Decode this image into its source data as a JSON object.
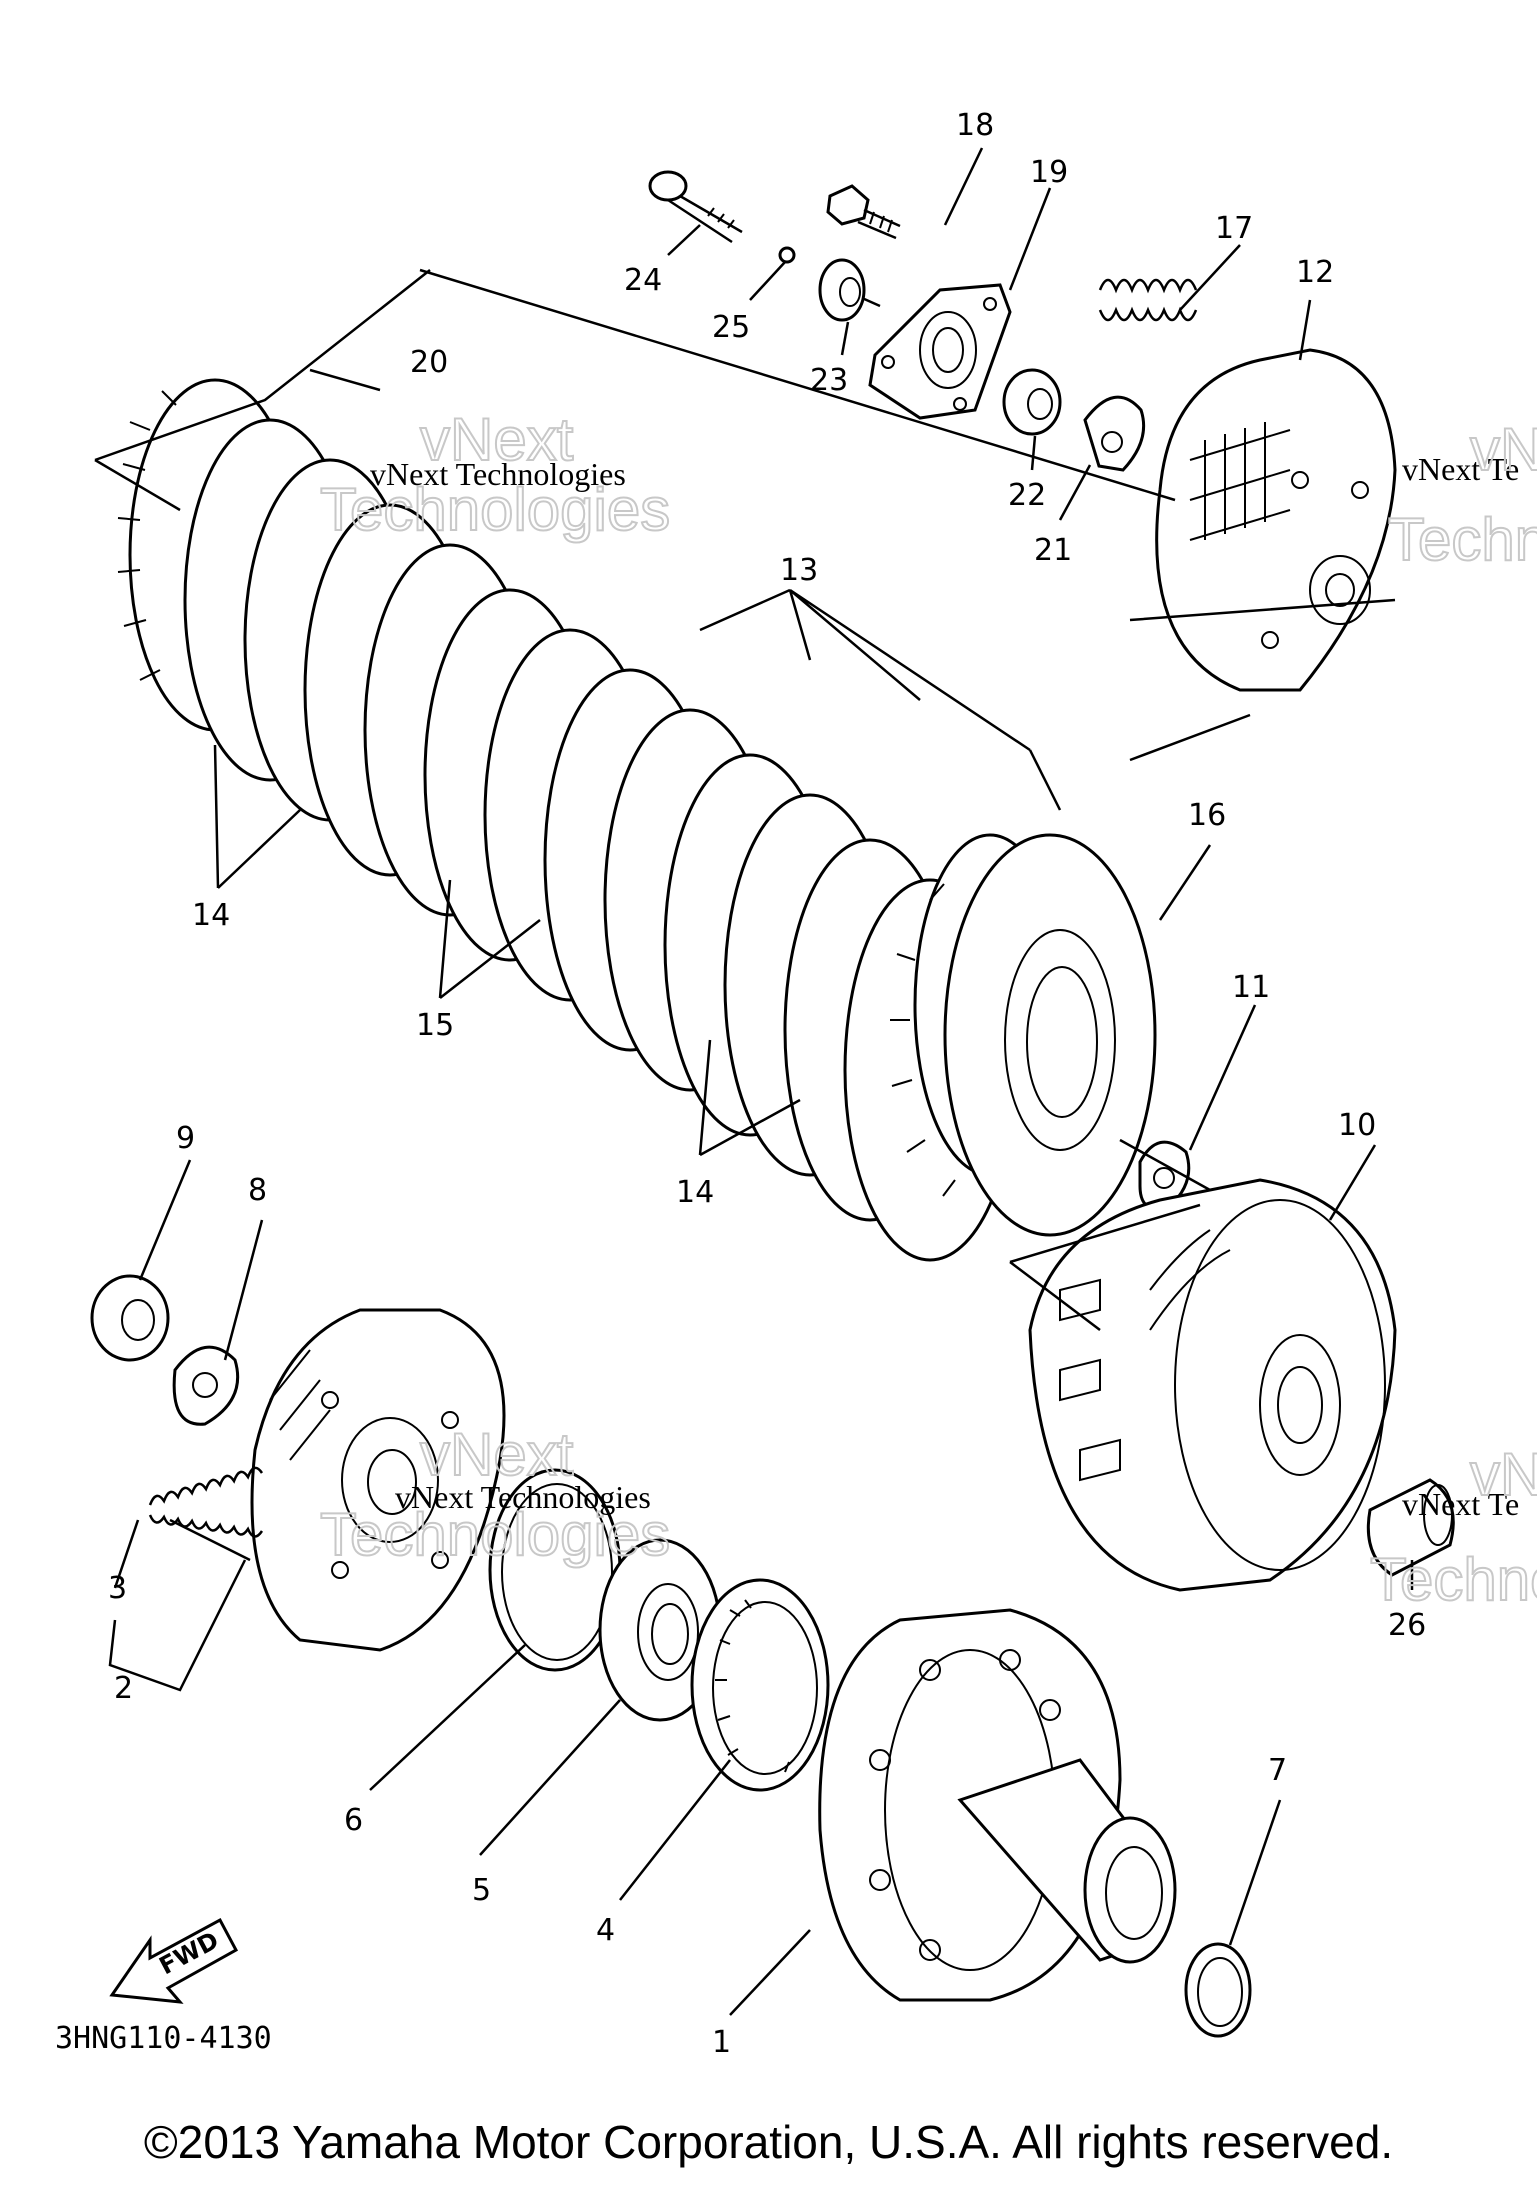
{
  "callouts": [
    {
      "id": "1",
      "label": "1"
    },
    {
      "id": "2",
      "label": "2"
    },
    {
      "id": "3",
      "label": "3"
    },
    {
      "id": "4",
      "label": "4"
    },
    {
      "id": "5",
      "label": "5"
    },
    {
      "id": "6",
      "label": "6"
    },
    {
      "id": "7",
      "label": "7"
    },
    {
      "id": "8",
      "label": "8"
    },
    {
      "id": "9",
      "label": "9"
    },
    {
      "id": "10",
      "label": "10"
    },
    {
      "id": "11",
      "label": "11"
    },
    {
      "id": "12",
      "label": "12"
    },
    {
      "id": "13",
      "label": "13"
    },
    {
      "id": "14a",
      "label": "14"
    },
    {
      "id": "14b",
      "label": "14"
    },
    {
      "id": "15",
      "label": "15"
    },
    {
      "id": "16",
      "label": "16"
    },
    {
      "id": "17",
      "label": "17"
    },
    {
      "id": "18",
      "label": "18"
    },
    {
      "id": "19",
      "label": "19"
    },
    {
      "id": "20",
      "label": "20"
    },
    {
      "id": "21",
      "label": "21"
    },
    {
      "id": "22",
      "label": "22"
    },
    {
      "id": "23",
      "label": "23"
    },
    {
      "id": "24",
      "label": "24"
    },
    {
      "id": "25",
      "label": "25"
    },
    {
      "id": "26",
      "label": "26"
    }
  ],
  "fwd_label": "FWD",
  "diagram_code": "3HNG110-4130",
  "watermark": {
    "line1": "vNext Technologies",
    "big1": "vNext",
    "big2": "Technologies",
    "edge1": "vNext Te",
    "edge2": "Techno",
    "edge3": "vN"
  },
  "copyright": "©2013 Yamaha Motor Corporation, U.S.A. All rights reserved."
}
